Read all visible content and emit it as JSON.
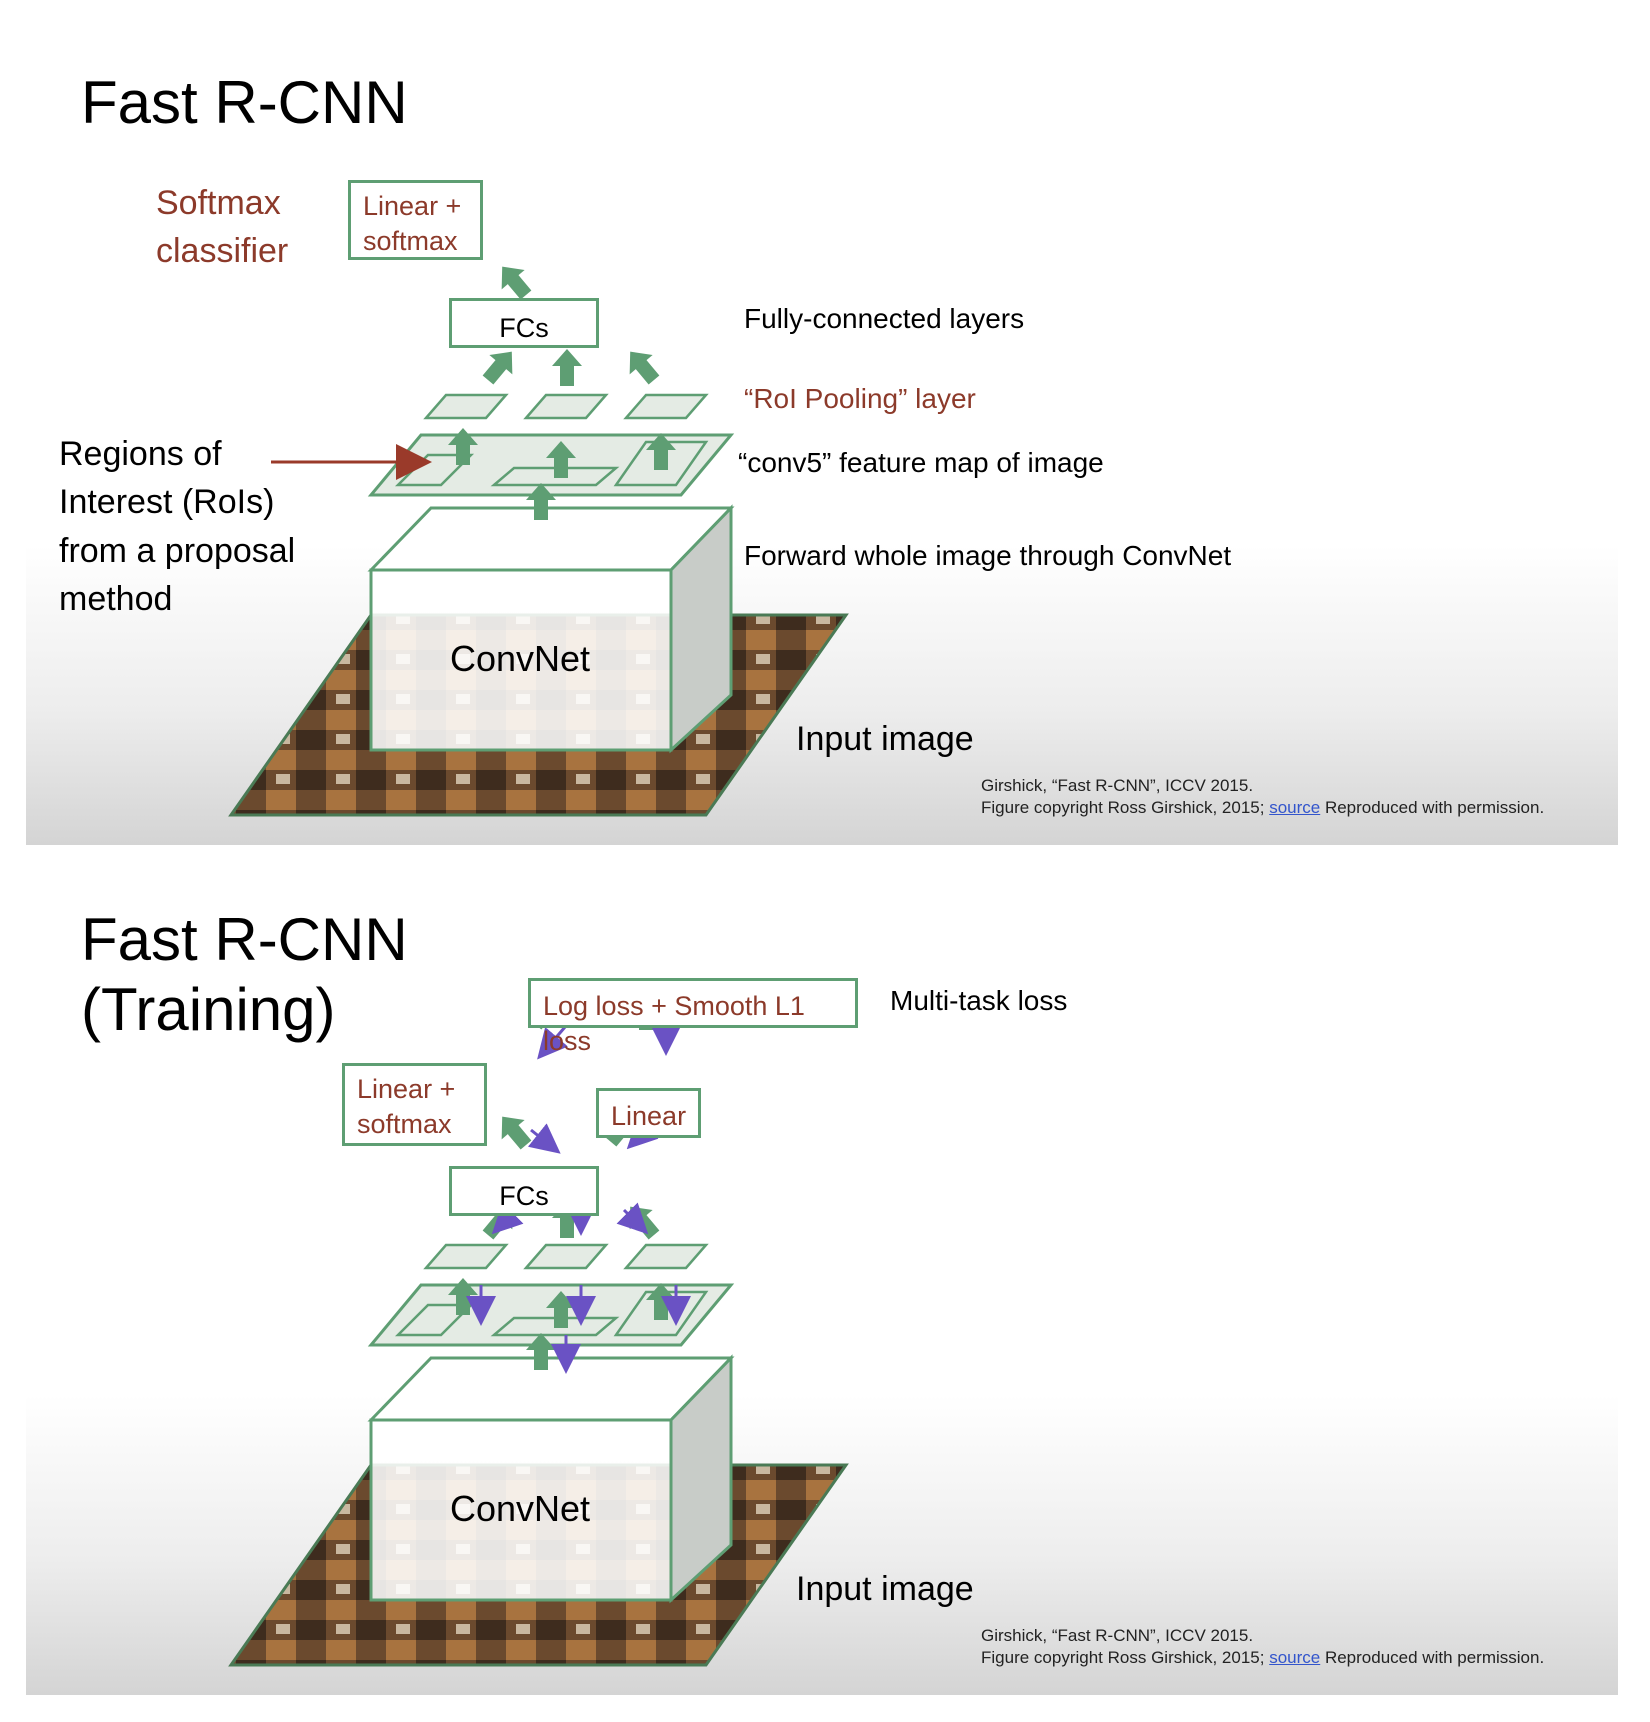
{
  "slide1": {
    "title": "Fast R-CNN",
    "softmax_classifier": [
      "Softmax",
      "classifier"
    ],
    "box_linear_softmax": [
      "Linear +",
      "softmax"
    ],
    "box_fcs": "FCs",
    "label_fc_layers": "Fully-connected layers",
    "label_roi_pooling": "“RoI Pooling” layer",
    "label_conv5": "“conv5” feature map of image",
    "regions_label": [
      "Regions of",
      "Interest (RoIs)",
      "from a proposal",
      "method"
    ],
    "label_forward": "Forward whole image through ConvNet",
    "convnet": "ConvNet",
    "input_image": "Input image",
    "citation_line1": "Girshick, “Fast R-CNN”, ICCV 2015.",
    "citation_line2_pre": "Figure copyright Ross Girshick, 2015;",
    "citation_source": "source",
    "citation_line2_post": "Reproduced with permission."
  },
  "slide2": {
    "title_line1": "Fast R-CNN",
    "title_line2": "(Training)",
    "box_loss": "Log loss + Smooth L1 loss",
    "label_multitask": "Multi-task loss",
    "box_linear_softmax": [
      "Linear +",
      "softmax"
    ],
    "box_linear": "Linear",
    "box_fcs": "FCs",
    "convnet": "ConvNet",
    "input_image": "Input image",
    "citation_line1": "Girshick, “Fast R-CNN”, ICCV 2015.",
    "citation_line2_pre": "Figure copyright Ross Girshick, 2015;",
    "citation_source": "source",
    "citation_line2_post": "Reproduced with permission."
  },
  "colors": {
    "green_arrow": "#5e9e73",
    "green_fill": "#e4ebe4",
    "purple_arrow": "#6a52c4",
    "red_text": "#8c3a2a",
    "red_pointer": "#9a3a2a"
  },
  "icons": {
    "forward_arrow": "green-up-arrow",
    "backward_arrow": "purple-down-arrow"
  }
}
